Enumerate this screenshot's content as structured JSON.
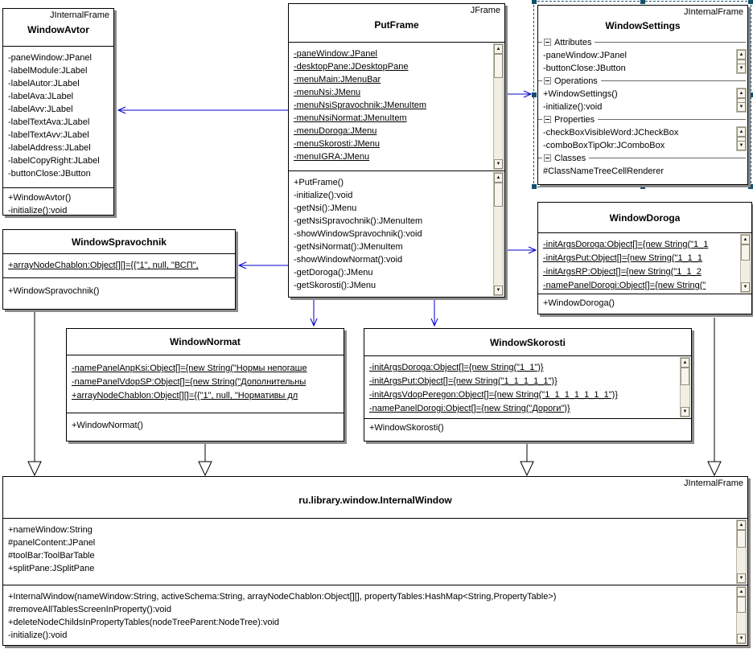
{
  "colors": {
    "dependency": "#0000cc",
    "generalization": "#000000",
    "selection": "#14506e",
    "shadow": "#8a8a8a"
  },
  "classes": {
    "windowAvtor": {
      "stereotype": "JInternalFrame",
      "name": "WindowAvtor",
      "attributes": [
        "-paneWindow:JPanel",
        "-labelModule:JLabel",
        "-labelAutor:JLabel",
        "-labelAva:JLabel",
        "-labelAvv:JLabel",
        "-labelTextAva:JLabel",
        "-labelTextAvv:JLabel",
        "-labelAddress:JLabel",
        "-labelCopyRight:JLabel",
        "-buttonClose:JButton"
      ],
      "methods": [
        "+WindowAvtor()",
        "-initialize():void"
      ]
    },
    "putFrame": {
      "stereotype": "JFrame",
      "name": "PutFrame",
      "attributes": [
        "-paneWindow:JPanel",
        "-desktopPane:JDesktopPane",
        "-menuMain:JMenuBar",
        "-menuNsi:JMenu",
        "-menuNsiSpravochnik:JMenuItem",
        "-menuNsiNormat:JMenuItem",
        "-menuDoroga:JMenu",
        "-menuSkorosti:JMenu",
        "-menuIGRA:JMenu"
      ],
      "methods": [
        "+PutFrame()",
        "-initialize():void",
        "-getNsi():JMenu",
        "-getNsiSpravochnik():JMenuItem",
        "-showWindowSpravochnik():void",
        "-getNsiNormat():JMenuItem",
        "-showWindowNormat():void",
        "-getDoroga():JMenu",
        "-getSkorosti():JMenu"
      ]
    },
    "windowSettings": {
      "stereotype": "JInternalFrame",
      "name": "WindowSettings",
      "sections": [
        {
          "label": "Attributes",
          "members": [
            "-paneWindow:JPanel",
            "-buttonClose:JButton"
          ]
        },
        {
          "label": "Operations",
          "members": [
            "+WindowSettings()",
            "-initialize():void"
          ]
        },
        {
          "label": "Properties",
          "members": [
            "-checkBoxVisibleWord:JCheckBox",
            "-comboBoxTipOkr:JComboBox"
          ]
        },
        {
          "label": "Classes",
          "members": [
            "#ClassNameTreeCellRenderer"
          ]
        }
      ]
    },
    "windowDoroga": {
      "name": "WindowDoroga",
      "attributes": [
        "-initArgsDoroga:Object[]={new String(\"1_1",
        "-initArgsPut:Object[]={new String(\"1_1_1",
        "-initArgsRP:Object[]={new String(\"1_1_2",
        "-namePanelDorogi:Object[]={new String(\""
      ],
      "methods": [
        "+WindowDoroga()"
      ]
    },
    "windowSpravochnik": {
      "name": "WindowSpravochnik",
      "attributes": [
        "+arrayNodeChablon:Object[][]={{\"1\", null, \"ВСП\","
      ],
      "methods": [
        "+WindowSpravochnik()"
      ]
    },
    "windowNormat": {
      "name": "WindowNormat",
      "attributes": [
        "-namePanelAnpKsi:Object[]={new String(\"Нормы непогаше",
        "-namePanelVdopSP:Object[]={new String(\"Дополнительны",
        "+arrayNodeChablon:Object[][]={{\"1\", null, \"Нормативы дл"
      ],
      "methods": [
        "+WindowNormat()"
      ]
    },
    "windowSkorosti": {
      "name": "WindowSkorosti",
      "attributes": [
        "-initArgsDoroga:Object[]={new String(\"1_1\")}",
        "-initArgsPut:Object[]={new String(\"1_1_1_1_1\")}",
        "-initArgsVdopPeregon:Object[]={new String(\"1_1_1_1_1_1_1\")}",
        "-namePanelDorogi:Object[]={new String(\"Дороги\")}"
      ],
      "methods": [
        "+WindowSkorosti()"
      ]
    },
    "internalWindow": {
      "stereotype": "JInternalFrame",
      "name": "ru.library.window.InternalWindow",
      "attributes": [
        "+nameWindow:String",
        "#panelContent:JPanel",
        "#toolBar:ToolBarTable",
        "+splitPane:JSplitPane"
      ],
      "methods": [
        "+InternalWindow(nameWindow:String, activeSchema:String, arrayNodeChablon:Object[][], propertyTables:HashMap<String,PropertyTable>)",
        "#removeAllTablesScreenInProperty():void",
        "+deleteNodeChildsInPropertyTables(nodeTreeParent:NodeTree):void",
        "-initialize():void"
      ]
    }
  }
}
